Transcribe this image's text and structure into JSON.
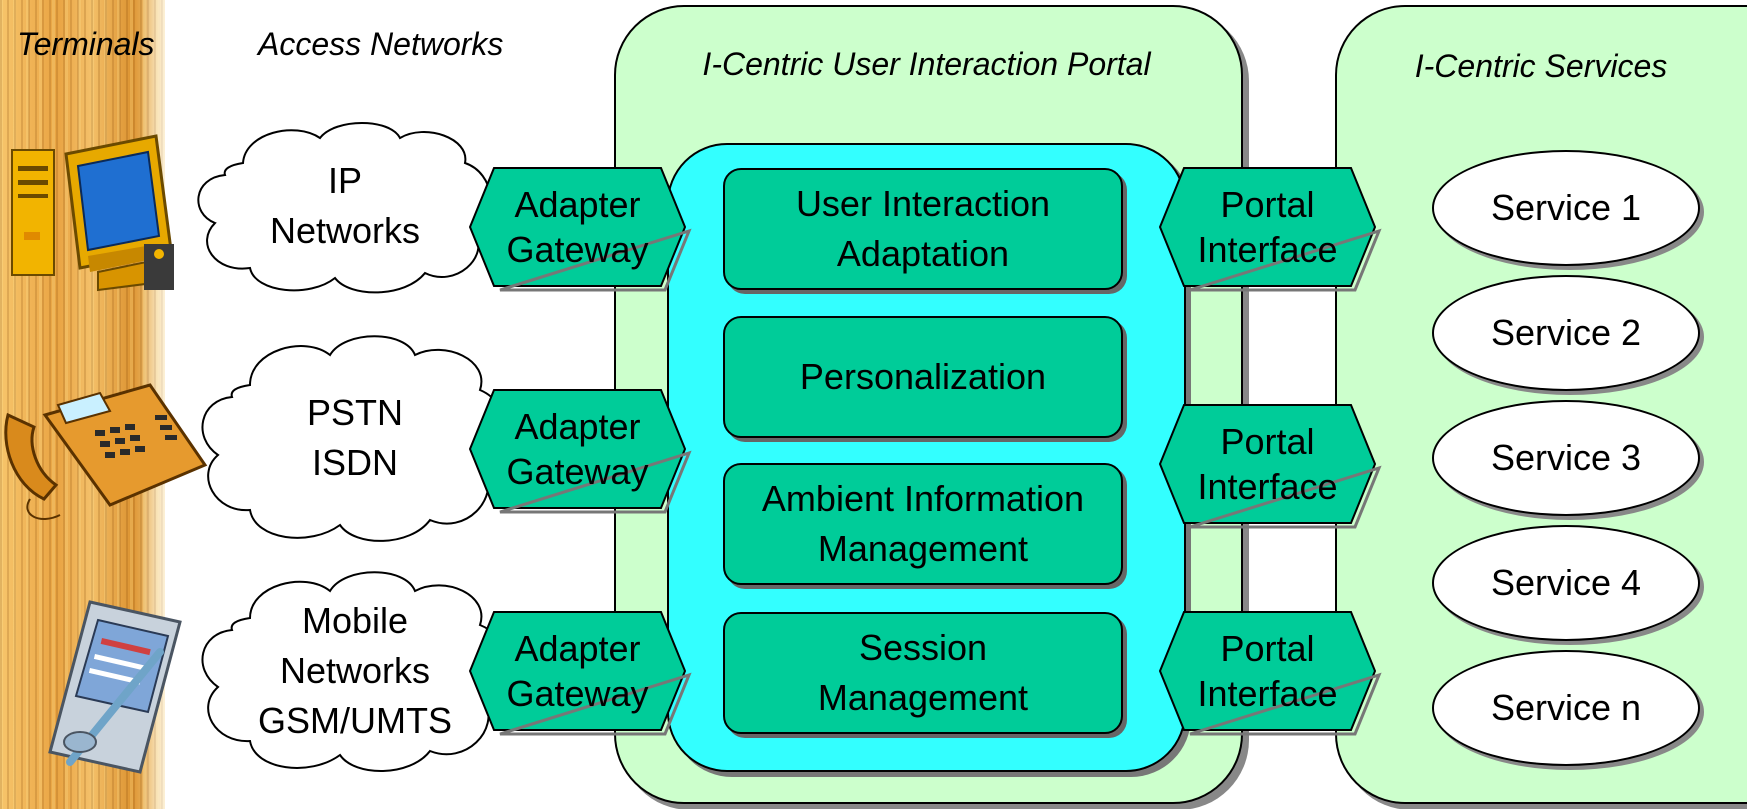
{
  "headers": {
    "terminals": "Terminals",
    "access_networks": "Access Networks",
    "portal": "I-Centric User Interaction Portal",
    "services": "I-Centric Services"
  },
  "networks": [
    {
      "label": "IP\nNetworks",
      "icon": "desktop-computer-icon"
    },
    {
      "label": "PSTN\nISDN",
      "icon": "telephone-icon"
    },
    {
      "label": "Mobile\nNetworks\nGSM/UMTS",
      "icon": "mobile-device-icon"
    }
  ],
  "adapters": [
    "Adapter\nGateway",
    "Adapter\nGateway",
    "Adapter\nGateway"
  ],
  "portal_modules": [
    "User Interaction\nAdaptation",
    "Personalization",
    "Ambient Information\nManagement",
    "Session\nManagement"
  ],
  "portal_interfaces": [
    "Portal\nInterface",
    "Portal\nInterface",
    "Portal\nInterface"
  ],
  "services": [
    "Service 1",
    "Service 2",
    "Service 3",
    "Service 4",
    "Service n"
  ],
  "colors": {
    "portal_bg": "#ccffcc",
    "inner_bg": "#33ffff",
    "module_fill": "#00cc99",
    "service_fill": "#ffffff",
    "wood": "#e9a443"
  }
}
